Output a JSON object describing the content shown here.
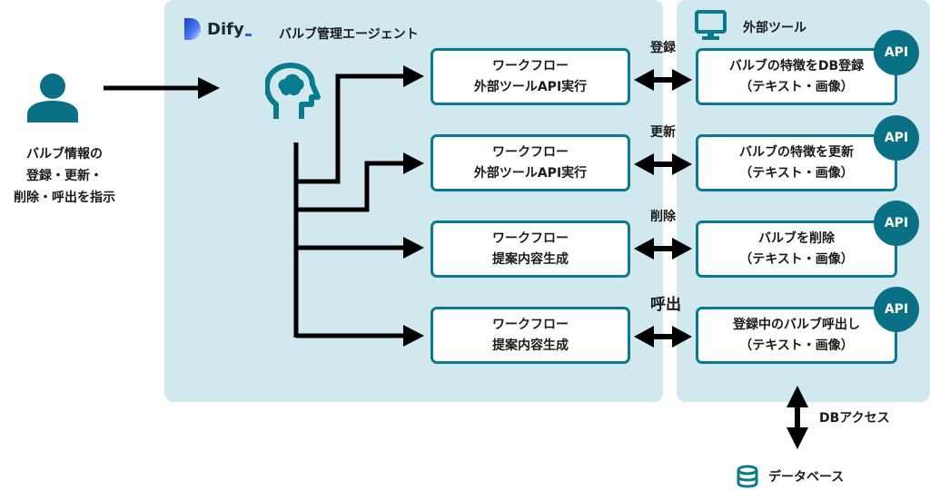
{
  "user": {
    "icon": "person-icon",
    "caption_lines": [
      "バルブ情報の",
      "登録・更新・",
      "削除・呼出を指示"
    ]
  },
  "agent_panel": {
    "logo_text": "Dify",
    "title": "バルブ管理エージェント",
    "icon": "head-brain-icon"
  },
  "tools_panel": {
    "title": "外部ツール",
    "icon": "monitor-icon"
  },
  "workflows": [
    {
      "line1": "ワークフロー",
      "line2": "外部ツールAPI実行"
    },
    {
      "line1": "ワークフロー",
      "line2": "外部ツールAPI実行"
    },
    {
      "line1": "ワークフロー",
      "line2": "提案内容生成"
    },
    {
      "line1": "ワークフロー",
      "line2": "提案内容生成"
    }
  ],
  "operations": [
    "登録",
    "更新",
    "削除",
    "呼出"
  ],
  "tools": [
    {
      "line1": "バルブの特徴をDB登録",
      "line2": "（テキスト・画像）",
      "badge": "API"
    },
    {
      "line1": "バルブの特徴を更新",
      "line2": "（テキスト・画像）",
      "badge": "API"
    },
    {
      "line1": "バルブを削除",
      "line2": "（テキスト・画像）",
      "badge": "API"
    },
    {
      "line1": "登録中のバルブ呼出し",
      "line2": "（テキスト・画像）",
      "badge": "API"
    }
  ],
  "db_access_label": "DBアクセス",
  "database": {
    "label": "データベース",
    "icon": "database-icon"
  },
  "colors": {
    "panel_bg": "#d0e8ee",
    "accent": "#0a7a8e",
    "badge": "#0a7086",
    "arrow": "#000000"
  }
}
